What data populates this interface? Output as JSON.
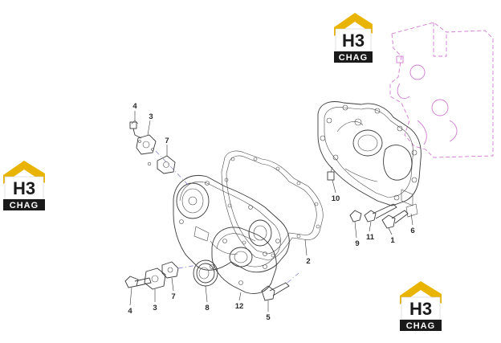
{
  "logo": {
    "line1": "H3",
    "line2": "CHAG"
  },
  "callouts": {
    "c1": "1",
    "c2": "2",
    "c3_upper": "3",
    "c3_lower": "3",
    "c4_upper": "4",
    "c4_lower": "4",
    "c5": "5",
    "c6": "6",
    "c7_upper": "7",
    "c7_lower": "7",
    "c8": "8",
    "c9": "9",
    "c10": "10",
    "c11": "11",
    "c12": "12"
  },
  "colors": {
    "logo_accent": "#e8b400",
    "logo_dark": "#1a1a1a",
    "engine_outline": "#d07ad0",
    "center_line": "#7a7acc"
  }
}
